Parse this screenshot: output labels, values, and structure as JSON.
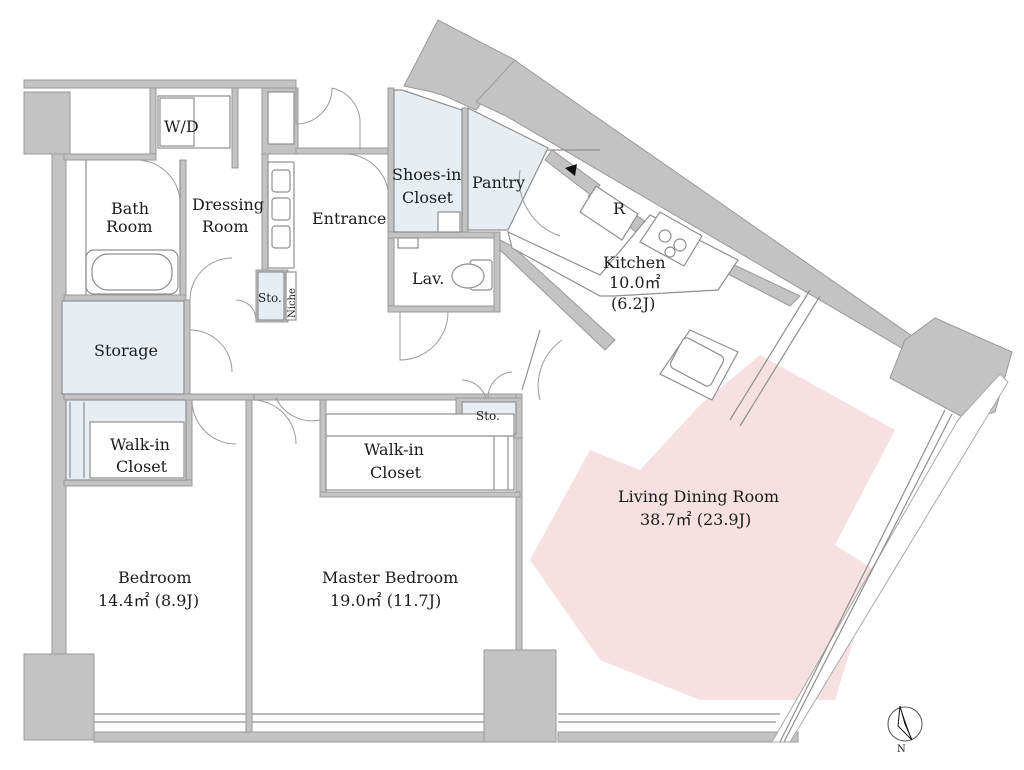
{
  "rooms": {
    "wd": "W/D",
    "bath_line1": "Bath",
    "bath_line2": "Room",
    "dressing_line1": "Dressing",
    "dressing_line2": "Room",
    "entrance": "Entrance",
    "shoes_line1": "Shoes-in",
    "shoes_line2": "Closet",
    "pantry": "Pantry",
    "fridge": "R",
    "kitchen_name": "Kitchen",
    "kitchen_area": "10.0㎡",
    "kitchen_jo": "(6.2J)",
    "lav": "Lav.",
    "sto_small": "Sto.",
    "niche": "Niche",
    "storage": "Storage",
    "sto_hall": "Sto.",
    "walkin1_line1": "Walk-in",
    "walkin1_line2": "Closet",
    "walkin2_line1": "Walk-in",
    "walkin2_line2": "Closet",
    "living_name": "Living Dining Room",
    "living_area": "38.7㎡  (23.9J)",
    "bedroom_name": "Bedroom",
    "bedroom_area": "14.4㎡  (8.9J)",
    "master_name": "Master Bedroom",
    "master_area": "19.0㎡  (11.7J)"
  },
  "compass": {
    "label": "N"
  },
  "colors": {
    "wall": "#c3c3c3",
    "closet_fill": "#e6edf3",
    "living_highlight": "#f6e0e0"
  }
}
